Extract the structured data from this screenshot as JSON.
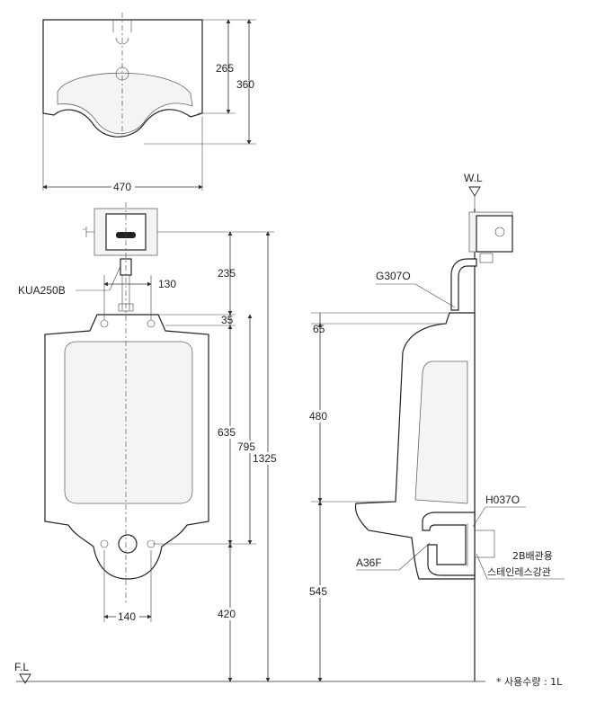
{
  "top_view": {
    "dims": {
      "d265": "265",
      "d360": "360",
      "d470": "470"
    }
  },
  "front_view": {
    "flush_valve": "KUA250B",
    "dims": {
      "d235": "235",
      "d130": "130",
      "d35": "35",
      "d635": "635",
      "d795": "795",
      "d1325": "1325",
      "d140": "140",
      "d420": "420"
    },
    "floor_line": "F.L"
  },
  "side_view": {
    "water_line": "W.L",
    "pipe_part": "G307O",
    "trap_part": "H037O",
    "drain_part": "A36F",
    "pipe_note_1": "2B배관용",
    "pipe_note_2": "스테인레스강관",
    "dims": {
      "d65": "65",
      "d480": "480",
      "d545": "545"
    }
  },
  "footnote": "* 사용수량 : 1L"
}
